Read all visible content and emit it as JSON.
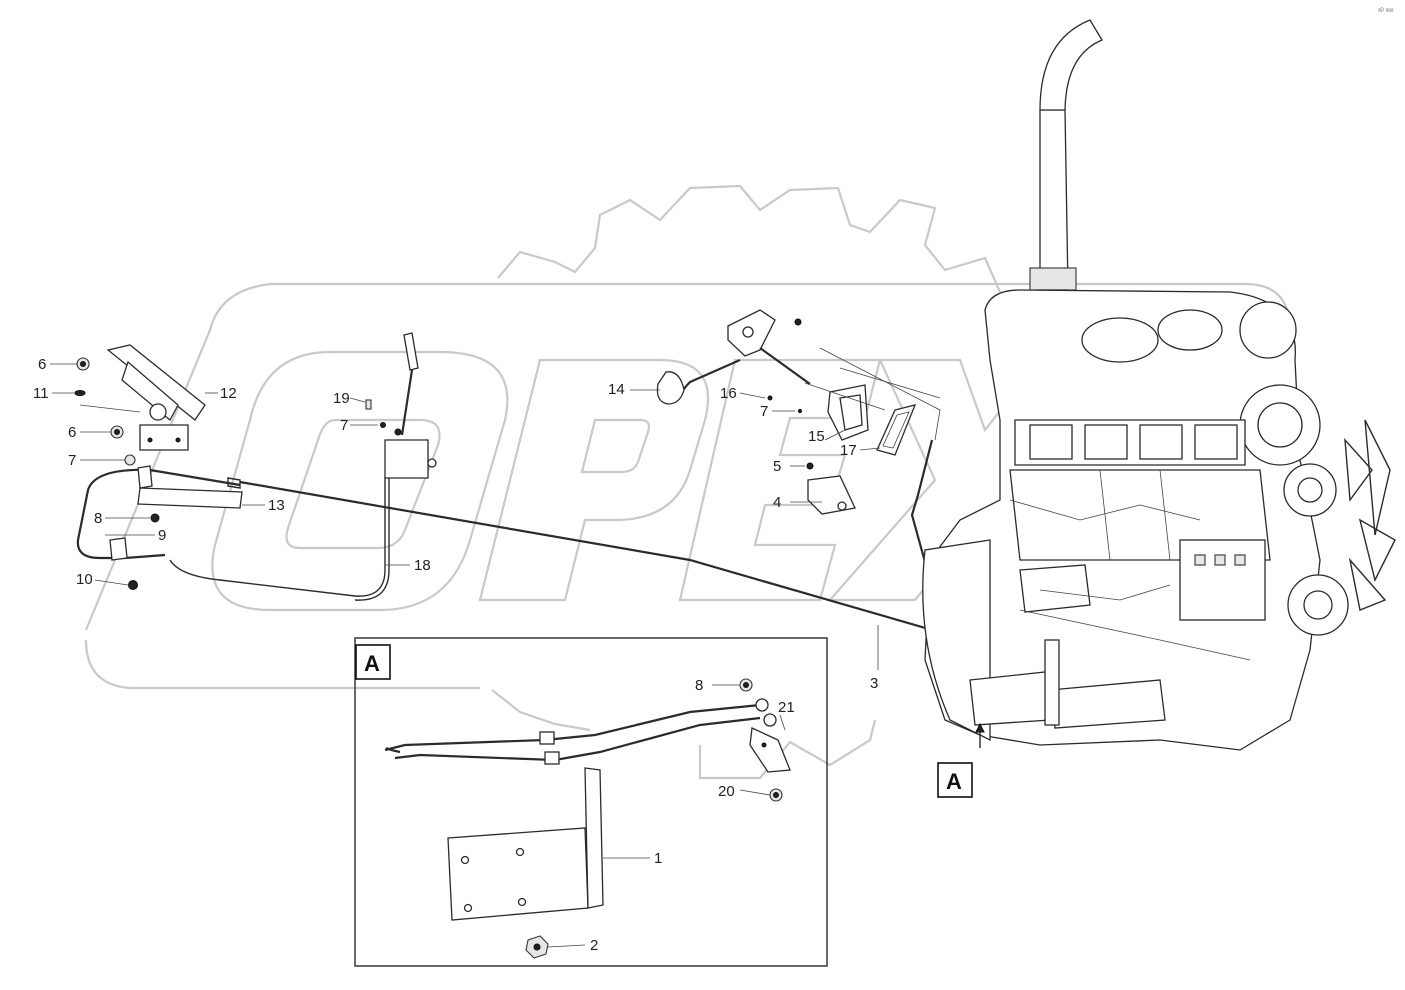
{
  "corner_mark": "ᵃᴰ ᵃᵃᵃ",
  "watermark": {
    "text": "OPEX"
  },
  "view_tag": "A",
  "labels": {
    "l1": "1",
    "l2": "2",
    "l3": "3",
    "l4": "4",
    "l5": "5",
    "l6a": "6",
    "l6b": "6",
    "l7a": "7",
    "l7b": "7",
    "l7c": "7",
    "l8a": "8",
    "l8b": "8",
    "l9": "9",
    "l10": "10",
    "l11": "11",
    "l12": "12",
    "l13": "13",
    "l14": "14",
    "l15": "15",
    "l16": "16",
    "l17": "17",
    "l18": "18",
    "l19": "19",
    "l20": "20",
    "l21": "21"
  }
}
